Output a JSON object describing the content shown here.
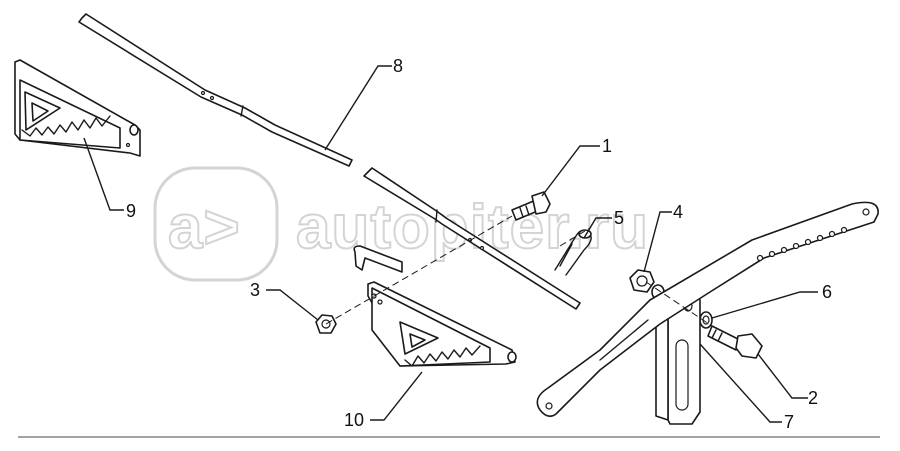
{
  "diagram": {
    "callouts": [
      "1",
      "2",
      "3",
      "4",
      "5",
      "6",
      "7",
      "8",
      "9",
      "10"
    ]
  },
  "watermark": {
    "text": "autopiter.ru",
    "logo_text": "a>"
  },
  "colors": {
    "line": "#1a1a1a",
    "watermark": "#d4d4d4",
    "background": "#ffffff"
  }
}
